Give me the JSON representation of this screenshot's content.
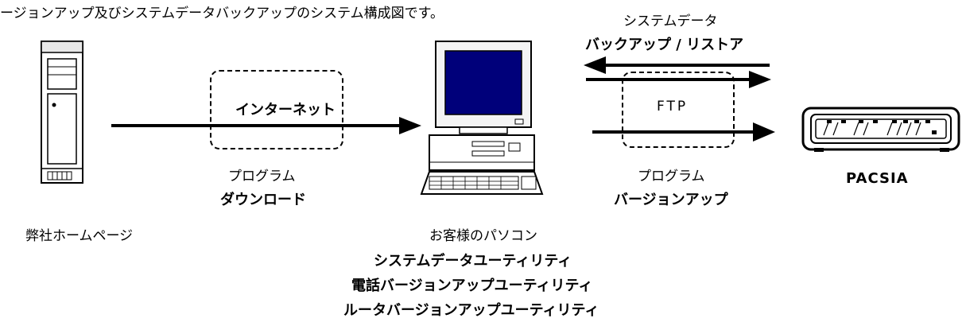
{
  "caption": "ージョンアップ及びシステムデータバックアップのシステム構成図です。",
  "server": {
    "label": "弊社ホームページ",
    "icon": "server-tower-icon"
  },
  "internet": {
    "label": "インターネット"
  },
  "download": {
    "line1": "プログラム",
    "line2": "ダウンロード"
  },
  "pc": {
    "icon": "desktop-computer-icon",
    "line1": "お客様のパソコン",
    "line2": "システムデータユーティリティ",
    "line3": "電話バージョンアップユーティリティ",
    "line4": "ルータバージョンアップユーティリティ"
  },
  "backup": {
    "line1": "システムデータ",
    "line2": "バックアップ / リストア"
  },
  "ftp": {
    "label": "FTP"
  },
  "upgrade": {
    "line1": "プログラム",
    "line2": "バージョンアップ"
  },
  "device": {
    "label": "PACSIA",
    "icon": "router-device-icon"
  }
}
